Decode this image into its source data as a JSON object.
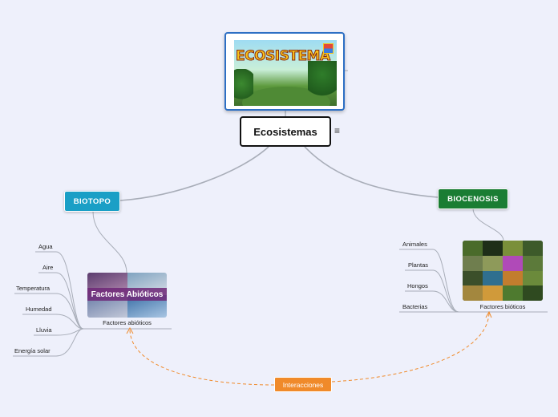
{
  "central": {
    "label": "Ecosistemas"
  },
  "root_image": {
    "art_text": "ECOSISTEMA"
  },
  "biotopo": {
    "label": "BIOTOPO",
    "image_text": "Factores Abióticos",
    "caption": "Factores abióticos",
    "items": [
      "Agua",
      "Aire",
      "Temperatura",
      "Humedad",
      "Lluvia",
      "Energía solar"
    ]
  },
  "biocenosis": {
    "label": "BIOCENOSIS",
    "caption": "Factores bióticos",
    "items": [
      "Animales",
      "Plantas",
      "Hongos",
      "Bacterias"
    ]
  },
  "relationship": {
    "label": "Interacciones"
  },
  "colors": {
    "biotopo": "#1a9fc6",
    "biocenosis": "#1a7d33",
    "relationship": "#f08a2a",
    "central_border": "#111111",
    "background": "#eef0fb"
  }
}
